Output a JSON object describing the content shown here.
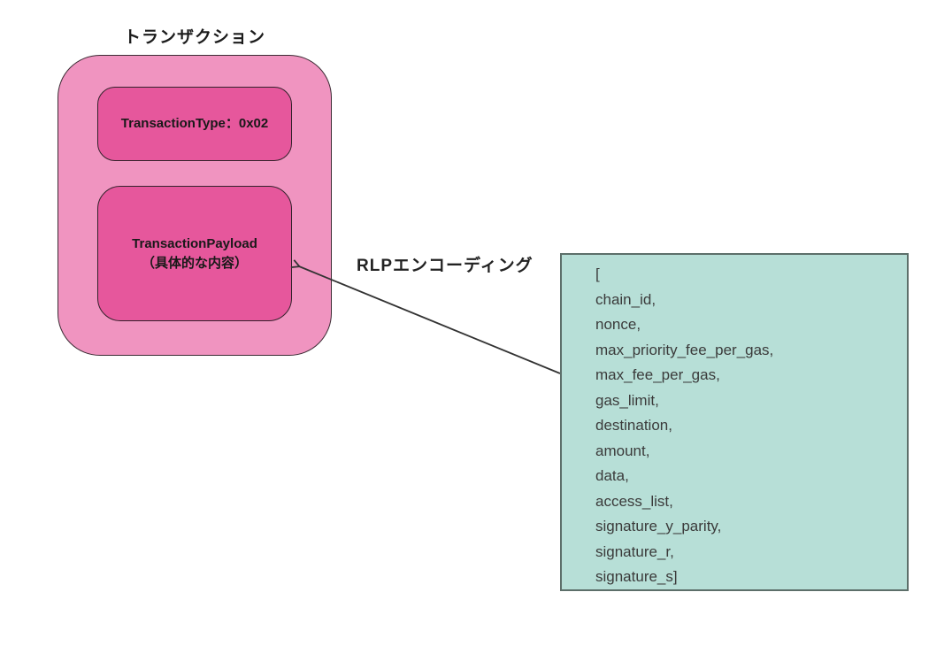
{
  "diagram": {
    "title": "トランザクション",
    "transaction": {
      "type_label": "TransactionType：0x02",
      "payload_label_line1": "TransactionPayload",
      "payload_label_line2": "（具体的な内容）"
    },
    "arrow": {
      "label": "RLPエンコーディング",
      "from": "payload-fields-box",
      "to": "transaction-payload-box"
    },
    "payload_fields": [
      "[",
      "chain_id,",
      "nonce,",
      "max_priority_fee_per_gas,",
      "max_fee_per_gas,",
      "gas_limit,",
      "destination,",
      "amount,",
      "data,",
      "access_list,",
      "signature_y_parity,",
      "signature_r,",
      "signature_s]"
    ],
    "colors": {
      "outer_box_fill": "#f094c0",
      "inner_box_fill": "#e6579c",
      "box_border": "#33222b",
      "list_box_fill": "#b7dfd7",
      "list_box_border": "#5d6f6a",
      "title_text": "#1c1c1c",
      "list_text": "#3b3b3b",
      "arrow_line": "#333333"
    }
  }
}
